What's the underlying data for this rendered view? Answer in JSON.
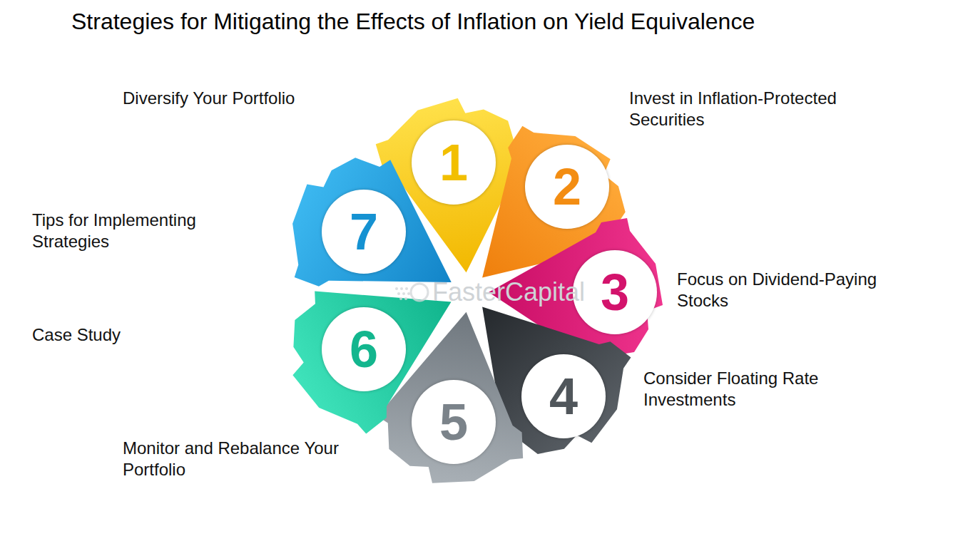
{
  "diagram": {
    "title": "Strategies for Mitigating the Effects of Inflation on Yield Equivalence",
    "nodes": [
      {
        "text": [
          "1",
          "Diversify Your Portfolio"
        ]
      },
      {
        "text": [
          "2",
          "Invest in Inflation-Protected Securities"
        ]
      },
      {
        "text": [
          "3",
          "Focus on Dividend-Paying Stocks"
        ]
      },
      {
        "text": [
          "4",
          "Consider Floating Rate Investments"
        ]
      },
      {
        "text": [
          "5",
          "Monitor and Rebalance Your Portfolio"
        ]
      },
      {
        "text": [
          "6",
          "Case Study"
        ]
      },
      {
        "text": [
          "7",
          "Tips for Implementing Strategies"
        ]
      }
    ],
    "labels": [
      "FasterCapital"
    ]
  }
}
